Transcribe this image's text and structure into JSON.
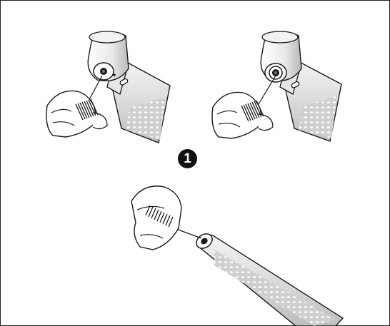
{
  "step": {
    "number": "1"
  },
  "panels": [
    {
      "name": "contra-angle-head-cleaning",
      "icon": "contra-angle-handpiece-icon"
    },
    {
      "name": "contra-angle-head-cleaning-alt",
      "icon": "contra-angle-handpiece-icon"
    },
    {
      "name": "straight-handpiece-cleaning",
      "icon": "straight-handpiece-icon"
    }
  ],
  "colors": {
    "line": "#1a1a1a",
    "shade": "#d6d6d6",
    "light": "#efefef",
    "badge": "#111111"
  }
}
